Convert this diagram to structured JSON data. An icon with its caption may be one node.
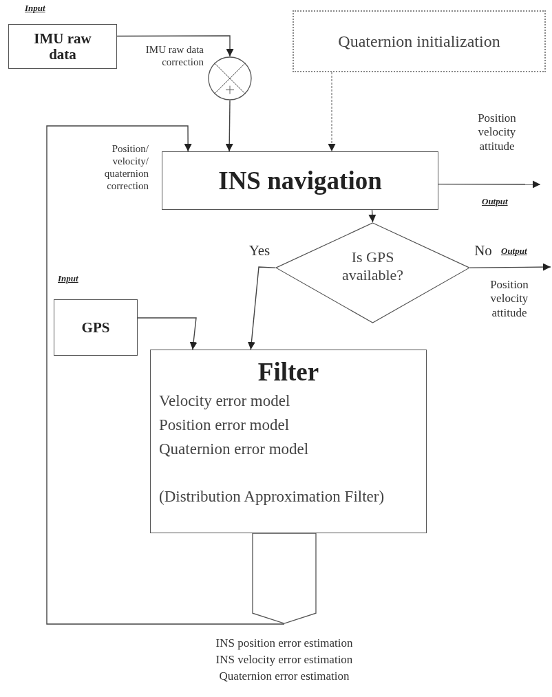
{
  "diagram": {
    "nodes": [
      {
        "text": [
          "IMU raw data"
        ]
      },
      {
        "text": [],
        "shape": "circle"
      },
      {
        "text": [
          "Quaternion initialization"
        ]
      },
      {
        "text": [
          "INS navigation"
        ]
      },
      {
        "text": [
          "Is GPS available?"
        ]
      },
      {
        "text": [
          "GPS"
        ]
      },
      {
        "text": [
          "Filter",
          "Velocity error model",
          "Position error model",
          "Quaternion error model",
          "(Distribution Approximation Filter)"
        ]
      },
      {
        "text": [],
        "shape": "pentagon",
        "beside": [
          "INS position error estimation",
          "INS velocity error estimation",
          "Quaternion error estimation"
        ]
      }
    ],
    "edges": [
      {
        "from": 0,
        "to": 1,
        "arrow": "to",
        "label": "IMU raw data correction"
      },
      {
        "from": 1,
        "to": 3,
        "arrow": "to"
      },
      {
        "from": 2,
        "to": 3,
        "arrow": "to",
        "style": "dashed"
      },
      {
        "from": 7,
        "to": 3,
        "arrow": "to",
        "label": "Position/ velocity/ quaternion correction"
      },
      {
        "from": 3,
        "to": null,
        "arrow": "to",
        "label": "Position velocity attitude"
      },
      {
        "from": 3,
        "to": 4,
        "arrow": "to"
      },
      {
        "from": 4,
        "to": 6,
        "arrow": "to",
        "label": "Yes"
      },
      {
        "from": 4,
        "to": null,
        "arrow": "to",
        "label": "No"
      },
      {
        "from": 5,
        "to": 6,
        "arrow": "to"
      }
    ],
    "labels": [
      "Input",
      "Output",
      "Output",
      "Position velocity attitude",
      "Input"
    ]
  }
}
